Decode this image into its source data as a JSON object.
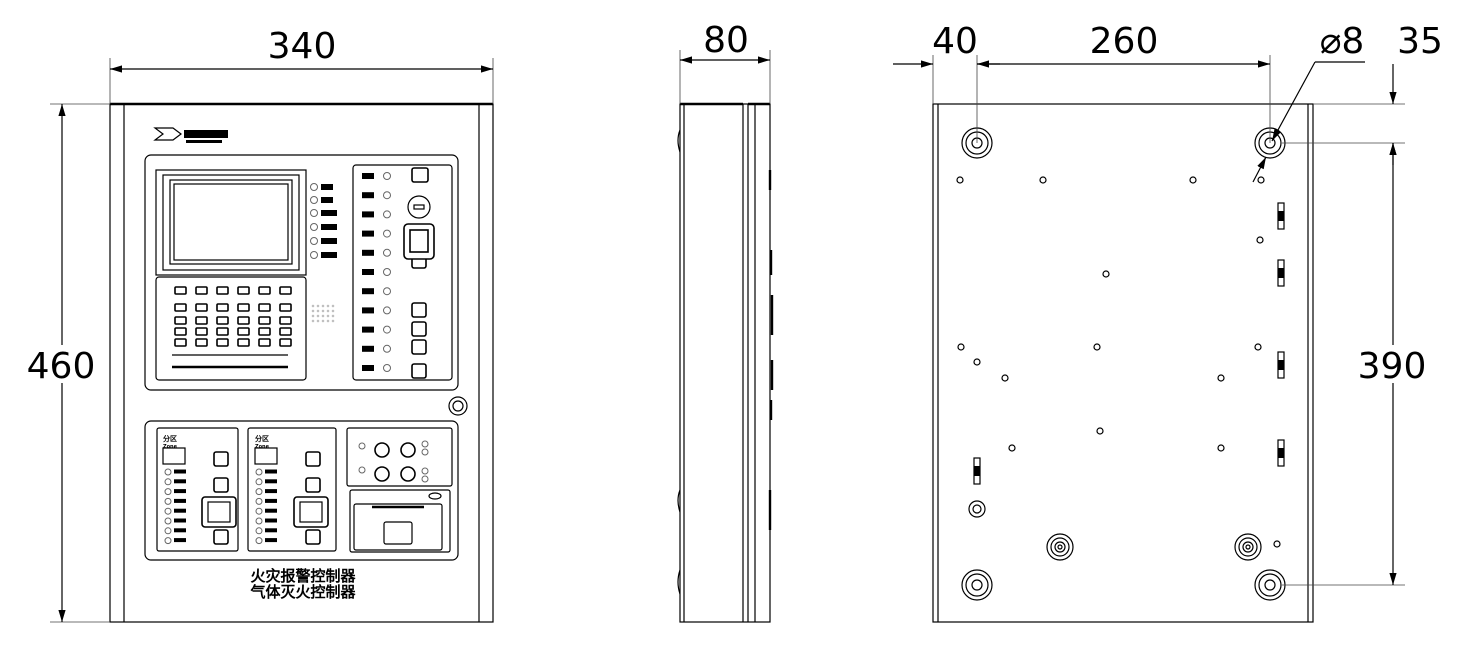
{
  "front_view": {
    "width_label": "340",
    "height_label": "460",
    "device_title_line1": "火灾报警控制器",
    "device_title_line2": "气体灭火控制器",
    "zone_label": "分区",
    "zone_label_en": "Zone"
  },
  "side_view": {
    "depth_label": "80"
  },
  "rear_view": {
    "edge_offset_label": "40",
    "hole_spacing_h_label": "260",
    "hole_diameter_label": "⌀8",
    "top_offset_label": "35",
    "hole_spacing_v_label": "390"
  },
  "colors": {
    "line": "#000000",
    "background": "#ffffff"
  }
}
